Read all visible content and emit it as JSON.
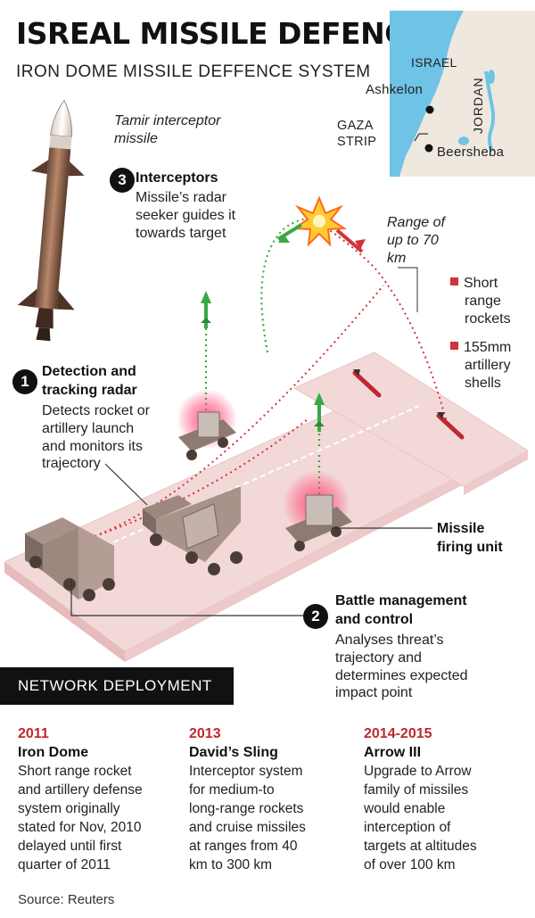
{
  "header": {
    "title": "ISREAL MISSILE DEFENCE",
    "subtitle": "IRON DOME MISSILE DEFFENCE SYSTEM"
  },
  "map": {
    "israel": "ISRAEL",
    "ashkelon": "Ashkelon",
    "gaza_line1": "GAZA",
    "gaza_line2": "STRIP",
    "beersheba": "Beersheba",
    "jordan": "JORDAN",
    "sea_color": "#6ec3e6"
  },
  "labels": {
    "tamir_line1": "Tamir interceptor",
    "tamir_line2": "missile",
    "step3_num": "3",
    "step3_title": "Interceptors",
    "step3_desc": [
      "Missile’s radar",
      "seeker guides it",
      "towards target"
    ],
    "range": [
      "Range of",
      "up to 70",
      "km"
    ],
    "legend": [
      "Short",
      "range",
      "rockets"
    ],
    "legend2": [
      "155mm",
      "artillery",
      "shells"
    ],
    "step1_num": "1",
    "step1_title": [
      "Detection and",
      "tracking radar"
    ],
    "step1_desc": [
      "Detects rocket or",
      "artillery launch",
      "and monitors its",
      "trajectory"
    ],
    "firing": [
      "Missile",
      "firing unit"
    ],
    "step2_num": "2",
    "step2_title": [
      "Battle management",
      "and control"
    ],
    "step2_desc": [
      "Analyses threat’s",
      "trajectory and",
      "determines expected",
      "impact point"
    ]
  },
  "colors": {
    "accent_red": "#c0282f",
    "interceptor_green": "#3aa845",
    "threat_red": "#d0343a",
    "ground": "#f2d9d8"
  },
  "network": {
    "banner": "NETWORK DEPLOYMENT",
    "items": [
      {
        "year": "2011",
        "name": "Iron Dome",
        "desc": [
          "Short range rocket",
          "and artillery defense",
          "system originally",
          "stated for Nov, 2010",
          "delayed until first",
          "quarter of 2011"
        ]
      },
      {
        "year": "2013",
        "name": "David’s Sling",
        "desc": [
          "Interceptor system",
          "for medium-to",
          "long-range rockets",
          "and cruise missiles",
          "at ranges from 40",
          "km to 300 km"
        ]
      },
      {
        "year": "2014-2015",
        "name": "Arrow III",
        "desc": [
          "Upgrade to Arrow",
          "family of missiles",
          "would enable",
          "interception of",
          "targets at altitudes",
          "of over 100 km"
        ]
      }
    ]
  },
  "source": "Source: Reuters"
}
